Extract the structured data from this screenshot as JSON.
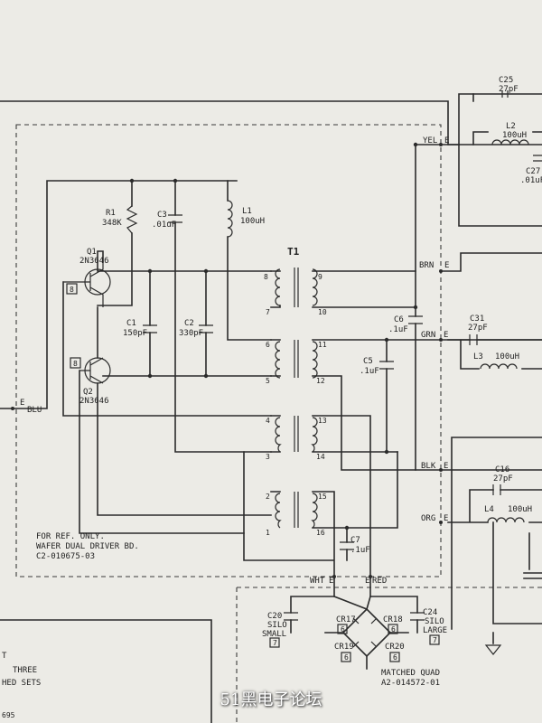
{
  "components": {
    "q1": {
      "ref": "Q1",
      "part": "2N3646",
      "box": "8"
    },
    "q2": {
      "ref": "Q2",
      "part": "2N3646",
      "box": "8"
    },
    "r1": {
      "ref": "R1",
      "value": "348K"
    },
    "c1": {
      "ref": "C1",
      "value": "150pF"
    },
    "c2": {
      "ref": "C2",
      "value": "330pF"
    },
    "c3": {
      "ref": "C3",
      "value": ".01uF"
    },
    "l1": {
      "ref": "L1",
      "value": "100uH"
    },
    "t1": {
      "ref": "T1"
    },
    "c5": {
      "ref": "C5",
      "value": ".1uF"
    },
    "c6": {
      "ref": "C6",
      "value": ".1uF"
    },
    "c7": {
      "ref": "C7",
      "value": ".1uF"
    },
    "c25": {
      "ref": "C25",
      "value": "27pF"
    },
    "l2": {
      "ref": "L2",
      "value": "100uH"
    },
    "c27": {
      "ref": "C27",
      "value": ".01uF"
    },
    "c31": {
      "ref": "C31",
      "value": "27pF"
    },
    "l3": {
      "ref": "L3",
      "value": "100uH"
    },
    "c16": {
      "ref": "C16",
      "value": "27pF"
    },
    "l4": {
      "ref": "L4",
      "value": "100uH"
    },
    "c20": {
      "ref": "C20",
      "line1": "SILO",
      "line2": "SMALL",
      "box": "7"
    },
    "c24": {
      "ref": "C24",
      "line1": "SILO",
      "line2": "LARGE",
      "box": "7"
    },
    "cr17": {
      "ref": "CR17",
      "box": "6"
    },
    "cr18": {
      "ref": "CR18",
      "box": "6"
    },
    "cr19": {
      "ref": "CR19",
      "box": "6"
    },
    "cr20": {
      "ref": "CR20",
      "box": "6"
    }
  },
  "pins": [
    "8",
    "9",
    "7",
    "10",
    "6",
    "11",
    "5",
    "12",
    "4",
    "13",
    "3",
    "14",
    "2",
    "15",
    "1",
    "16"
  ],
  "wires": {
    "blu": {
      "prefix": "E",
      "label": "BLU"
    },
    "yel": {
      "label": "YEL",
      "suffix": "E"
    },
    "brn": {
      "label": "BRN",
      "suffix": "E"
    },
    "grn": {
      "label": "GRN",
      "suffix": "E"
    },
    "blk": {
      "label": "BLK",
      "suffix": "E"
    },
    "org": {
      "label": "ORG",
      "suffix": "E"
    },
    "wht": {
      "label": "WHT",
      "suffix": "E"
    },
    "red": {
      "prefix": "E",
      "label": "RED"
    }
  },
  "notes": {
    "ref_line1": "FOR REF. ONLY.",
    "ref_line2": "WAFER DUAL DRIVER BD.",
    "ref_line3": "C2-010675-03",
    "quad_line1": "MATCHED QUAD",
    "quad_line2": "A2-014572-01",
    "left_line1": "T",
    "left_line2": "THREE",
    "left_line3": "HED SETS",
    "corner": "695"
  },
  "watermark": "51黑电子论坛"
}
